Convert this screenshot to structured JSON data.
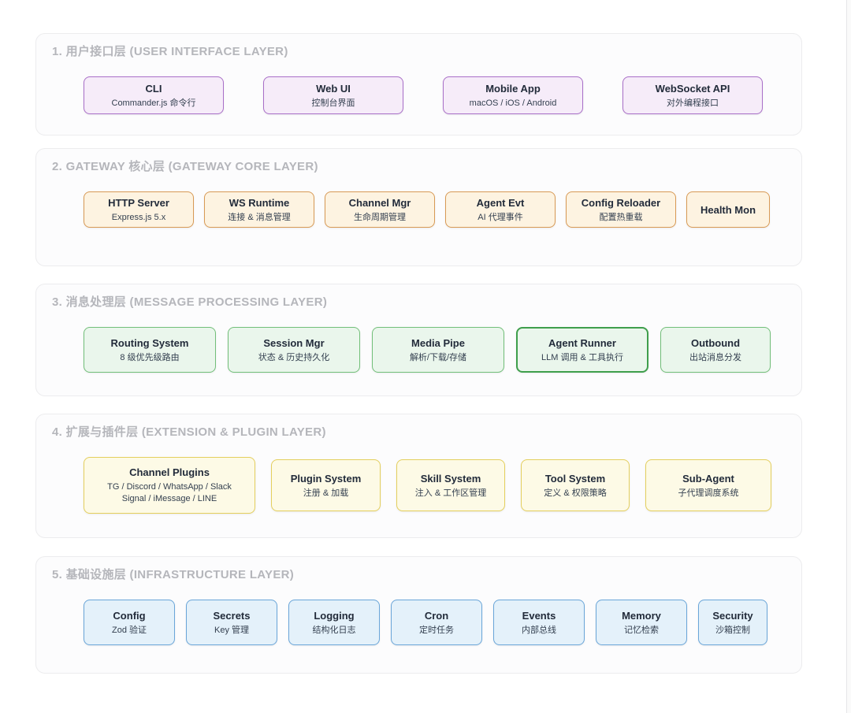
{
  "palette": {
    "page_bg": "#ffffff",
    "section_bg": "#fcfcfd",
    "section_border": "#ececee",
    "section_title_text": "#b5b6bb",
    "node_title_text": "#222b3a",
    "node_subtitle_text": "#333f4f",
    "purple": {
      "bg": "#f6ecf9",
      "border": "#a96fc8"
    },
    "orange": {
      "bg": "#fdf3e1",
      "border": "#d89a55"
    },
    "green": {
      "bg": "#eaf6ec",
      "border": "#72bf79",
      "highlight_border": "#3f9f4c"
    },
    "yellow": {
      "bg": "#fdfae6",
      "border": "#e4cf5d"
    },
    "blue": {
      "bg": "#e4f1fa",
      "border": "#6aa6d9"
    }
  },
  "layers": [
    {
      "title": "1. 用户接口层 (USER INTERFACE LAYER)",
      "theme": "purple",
      "boxes": [
        {
          "title": "CLI",
          "subtitle": "Commander.js 命令行"
        },
        {
          "title": "Web UI",
          "subtitle": "控制台界面"
        },
        {
          "title": "Mobile App",
          "subtitle": "macOS / iOS / Android"
        },
        {
          "title": "WebSocket API",
          "subtitle": "对外编程接口"
        }
      ]
    },
    {
      "title": "2. GATEWAY 核心层 (GATEWAY CORE LAYER)",
      "theme": "orange",
      "boxes": [
        {
          "title": "HTTP Server",
          "subtitle": "Express.js 5.x"
        },
        {
          "title": "WS Runtime",
          "subtitle": "连接 & 消息管理"
        },
        {
          "title": "Channel Mgr",
          "subtitle": "生命周期管理"
        },
        {
          "title": "Agent Evt",
          "subtitle": "AI 代理事件"
        },
        {
          "title": "Config Reloader",
          "subtitle": "配置热重载"
        },
        {
          "title": "Health Mon"
        }
      ]
    },
    {
      "title": "3. 消息处理层 (MESSAGE PROCESSING LAYER)",
      "theme": "green",
      "boxes": [
        {
          "title": "Routing System",
          "subtitle": "8 级优先级路由"
        },
        {
          "title": "Session Mgr",
          "subtitle": "状态 & 历史持久化"
        },
        {
          "title": "Media Pipe",
          "subtitle": "解析/下载/存储"
        },
        {
          "title": "Agent Runner",
          "subtitle": "LLM 调用 & 工具执行",
          "highlighted": true
        },
        {
          "title": "Outbound",
          "subtitle": "出站消息分发"
        }
      ]
    },
    {
      "title": "4. 扩展与插件层 (EXTENSION & PLUGIN LAYER)",
      "theme": "yellow",
      "boxes": [
        {
          "title": "Channel Plugins",
          "subtitle": "TG / Discord / WhatsApp / Slack",
          "subtitle2": "Signal / iMessage / LINE"
        },
        {
          "title": "Plugin System",
          "subtitle": "注册 & 加载"
        },
        {
          "title": "Skill System",
          "subtitle": "注入 & 工作区管理"
        },
        {
          "title": "Tool System",
          "subtitle": "定义 & 权限策略"
        },
        {
          "title": "Sub-Agent",
          "subtitle": "子代理调度系统"
        }
      ]
    },
    {
      "title": "5. 基础设施层 (INFRASTRUCTURE LAYER)",
      "theme": "blue",
      "boxes": [
        {
          "title": "Config",
          "subtitle": "Zod 验证"
        },
        {
          "title": "Secrets",
          "subtitle": "Key 管理"
        },
        {
          "title": "Logging",
          "subtitle": "结构化日志"
        },
        {
          "title": "Cron",
          "subtitle": "定时任务"
        },
        {
          "title": "Events",
          "subtitle": "内部总线"
        },
        {
          "title": "Memory",
          "subtitle": "记忆检索"
        },
        {
          "title": "Security",
          "subtitle": "沙箱控制"
        }
      ]
    }
  ]
}
